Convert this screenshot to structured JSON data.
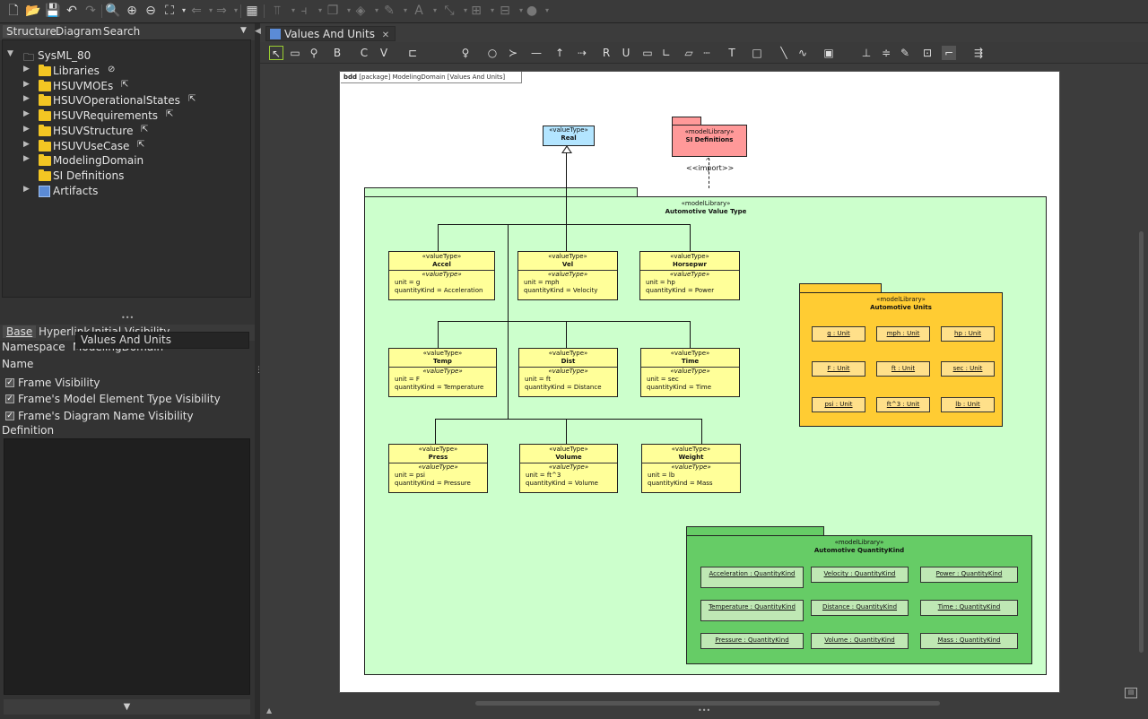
{
  "toolbar": {
    "icons": [
      "new-icon",
      "open-icon",
      "save-icon",
      "undo-icon",
      "redo-icon",
      "zoom-in-icon",
      "zoom-in-plus-icon",
      "zoom-out-icon",
      "fit-icon",
      "back-icon",
      "forward-icon",
      "grid-icon",
      "align-top-icon",
      "align-left-icon",
      "arrange-icon",
      "fill-color-icon",
      "line-color-icon",
      "font-color-icon",
      "line-style-icon",
      "layout-icon",
      "tree-layout-icon",
      "circle-icon"
    ]
  },
  "left_panel": {
    "tabs": [
      "Structure",
      "Diagram",
      "Search"
    ],
    "tree": {
      "root": "SysML_80",
      "items": [
        {
          "label": "Libraries",
          "suffix": "⊘",
          "expandable": true
        },
        {
          "label": "HSUVMOEs",
          "suffix": "⇱",
          "expandable": true
        },
        {
          "label": "HSUVOperationalStates",
          "suffix": "⇱",
          "expandable": true
        },
        {
          "label": "HSUVRequirements",
          "suffix": "⇱",
          "expandable": true
        },
        {
          "label": "HSUVStructure",
          "suffix": "⇱",
          "expandable": true
        },
        {
          "label": "HSUVUseCase",
          "suffix": "⇱",
          "expandable": true
        },
        {
          "label": "ModelingDomain",
          "suffix": "",
          "expandable": true
        },
        {
          "label": "SI Definitions",
          "suffix": "",
          "expandable": false
        },
        {
          "label": "Artifacts",
          "suffix": "",
          "expandable": true
        }
      ]
    },
    "prop_tabs": [
      "Base",
      "Hyperlink",
      "Initial Visibility"
    ],
    "namespace_label": "Namespace",
    "namespace_value": "ModelingDomain",
    "name_label": "Name",
    "name_value": "Values And Units",
    "checks": [
      "Frame Visibility",
      "Frame's Model Element Type Visibility",
      "Frame's Diagram Name Visibility"
    ],
    "definition_label": "Definition"
  },
  "editor": {
    "tab_title": "Values And Units",
    "tab_close": "✕"
  },
  "diagram": {
    "frame_kind": "bdd",
    "frame_title": "[package] ModelingDomain [Values And Units]",
    "real": {
      "stereotype": "«valueType»",
      "name": "Real"
    },
    "si": {
      "stereotype": "«modelLibrary»",
      "name": "SI Definitions"
    },
    "import_label": "<<import>>",
    "avt": {
      "stereotype": "«modelLibrary»",
      "name": "Automotive Value Type"
    },
    "value_types": [
      {
        "name": "Accel",
        "unit": "unit = g",
        "qk": "quantityKind = Acceleration"
      },
      {
        "name": "Vel",
        "unit": "unit = mph",
        "qk": "quantityKind = Velocity"
      },
      {
        "name": "Horsepwr",
        "unit": "unit = hp",
        "qk": "quantityKind = Power"
      },
      {
        "name": "Temp",
        "unit": "unit = F",
        "qk": "quantityKind = Temperature"
      },
      {
        "name": "Dist",
        "unit": "unit = ft",
        "qk": "quantityKind = Distance"
      },
      {
        "name": "Time",
        "unit": "unit = sec",
        "qk": "quantityKind = Time"
      },
      {
        "name": "Press",
        "unit": "unit = psi",
        "qk": "quantityKind = Pressure"
      },
      {
        "name": "Volume",
        "unit": "unit = ft^3",
        "qk": "quantityKind = Volume"
      },
      {
        "name": "Weight",
        "unit": "unit = lb",
        "qk": "quantityKind = Mass"
      }
    ],
    "vt_stereotype": "«valueType»",
    "units_pkg": {
      "stereotype": "«modelLibrary»",
      "name": "Automotive Units"
    },
    "units": [
      "g : Unit",
      "mph : Unit",
      "hp : Unit",
      "F : Unit",
      "ft : Unit",
      "sec : Unit",
      "psi : Unit",
      "ft^3 : Unit",
      "lb : Unit"
    ],
    "qk_pkg": {
      "stereotype": "«modelLibrary»",
      "name": "Automotive QuantityKind"
    },
    "quantity_kinds": [
      "Acceleration : QuantityKind",
      "Velocity : QuantityKind",
      "Power : QuantityKind",
      "Temperature : QuantityKind",
      "Distance : QuantityKind",
      "Time : QuantityKind",
      "Pressure : QuantityKind",
      "Volume : QuantityKind",
      "Mass : QuantityKind"
    ]
  },
  "colors": {
    "value_type_fill": "#ffff99",
    "real_fill": "#b3e5ff",
    "si_fill": "#ff9999",
    "avt_fill": "#ccffcc",
    "units_fill": "#ffcc33",
    "qk_fill": "#66cc66"
  }
}
